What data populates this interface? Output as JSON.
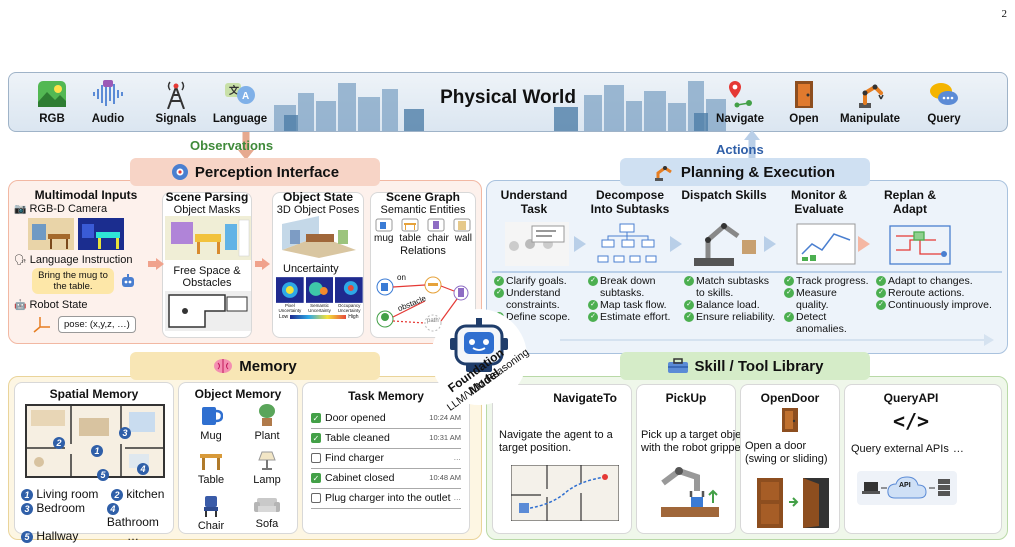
{
  "page_number": "2",
  "world": {
    "title": "Physical World",
    "inputs": [
      {
        "label": "RGB",
        "icon": "image-icon"
      },
      {
        "label": "Audio",
        "icon": "audio-wave-icon"
      },
      {
        "label": "Signals",
        "icon": "signal-tower-icon"
      },
      {
        "label": "Language",
        "icon": "translate-icon"
      }
    ],
    "actions": [
      {
        "label": "Navigate",
        "icon": "map-pin-icon"
      },
      {
        "label": "Open",
        "icon": "door-icon"
      },
      {
        "label": "Manipulate",
        "icon": "robot-arm-icon"
      },
      {
        "label": "Query",
        "icon": "chat-bubble-icon"
      }
    ]
  },
  "labels": {
    "observations": "Observations",
    "actions": "Actions"
  },
  "perception": {
    "title": "Perception Interface",
    "multimodal": {
      "title": "Multimodal Inputs",
      "camera": "RGB-D Camera",
      "language": "Language Instruction",
      "instruction": "Bring the mug to the table.",
      "robot_state": "Robot State",
      "pose": "pose: (x,y,z, …)"
    },
    "scene_parsing": {
      "title": "Scene Parsing",
      "masks": "Object Masks",
      "free_space": "Free Space & Obstacles"
    },
    "object_state": {
      "title": "Object State",
      "poses": "3D Object Poses",
      "uncertainty": "Uncertainty",
      "maps": [
        "Pixel Uncertainty",
        "Semantic Uncertainty",
        "Occupancy Uncertainty"
      ],
      "low": "Low",
      "high": "High"
    },
    "scene_graph": {
      "title": "Scene Graph",
      "entities": "Semantic Entities",
      "items": [
        "mug",
        "table",
        "chair",
        "wall"
      ],
      "relations": "Relations",
      "edge_on": "on",
      "edge_obstacle": "obstacle",
      "edge_path": "path"
    }
  },
  "planning": {
    "title": "Planning & Execution",
    "steps": [
      {
        "title": "Understand Task",
        "bullets": [
          "Clarify goals.",
          "Understand constraints.",
          "Define scope."
        ]
      },
      {
        "title": "Decompose Into Subtasks",
        "bullets": [
          "Break down subtasks.",
          "Map task flow.",
          "Estimate effort."
        ]
      },
      {
        "title": "Dispatch Skills",
        "bullets": [
          "Match subtasks to skills.",
          "Balance load.",
          "Ensure reliability."
        ]
      },
      {
        "title": "Monitor & Evaluate",
        "bullets": [
          "Track progress.",
          "Measure quality.",
          "Detect anomalies."
        ]
      },
      {
        "title": "Replan & Adapt",
        "bullets": [
          "Adapt to changes.",
          "Reroute actions.",
          "Continuously improve."
        ]
      }
    ]
  },
  "foundation": {
    "line1": "Foundation Model",
    "line2": "LLM/VLM Reasoning"
  },
  "memory": {
    "title": "Memory",
    "spatial": {
      "title": "Spatial Memory",
      "rooms": [
        {
          "n": "1",
          "name": "Living room"
        },
        {
          "n": "2",
          "name": "kitchen"
        },
        {
          "n": "3",
          "name": "Bedroom"
        },
        {
          "n": "4",
          "name": "Bathroom"
        },
        {
          "n": "5",
          "name": "Hallway"
        }
      ],
      "more": "…"
    },
    "object": {
      "title": "Object Memory",
      "items": [
        "Mug",
        "Plant",
        "Table",
        "Lamp",
        "Chair",
        "Sofa"
      ]
    },
    "task": {
      "title": "Task Memory",
      "items": [
        {
          "text": "Door opened",
          "done": true,
          "time": "10:24 AM"
        },
        {
          "text": "Table cleaned",
          "done": true,
          "time": "10:31 AM"
        },
        {
          "text": "Find charger",
          "done": false,
          "time": "…"
        },
        {
          "text": "Cabinet closed",
          "done": true,
          "time": "10:48 AM"
        },
        {
          "text": "Plug charger into the outlet",
          "done": false,
          "time": "…"
        }
      ]
    }
  },
  "skills": {
    "title": "Skill / Tool Library",
    "items": [
      {
        "name": "NavigateTo",
        "desc": "Navigate the agent to a target position."
      },
      {
        "name": "PickUp",
        "desc": "Pick up a target object with the robot gripper."
      },
      {
        "name": "OpenDoor",
        "desc": "Open a door (swing or sliding)"
      },
      {
        "name": "QueryAPI",
        "desc": "Query external APIs",
        "icon_text": "</>",
        "api": "API"
      }
    ],
    "more": "…"
  }
}
